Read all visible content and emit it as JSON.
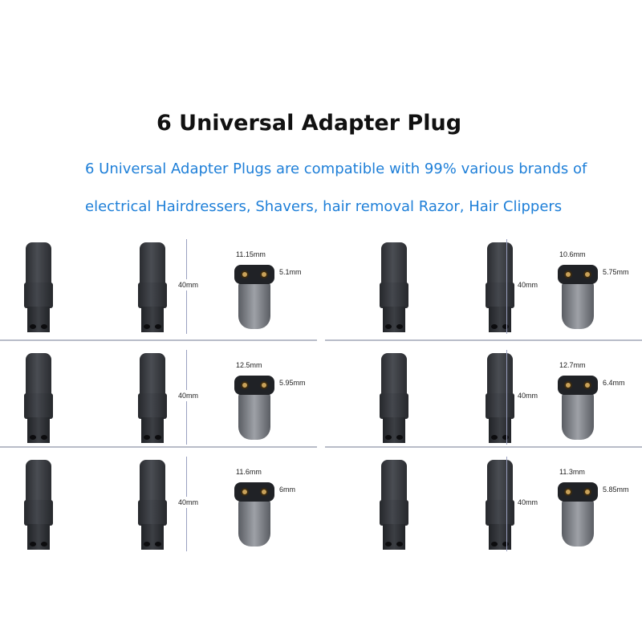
{
  "title": "6 Universal Adapter Plug",
  "subtitle": [
    "6 Universal Adapter Plugs are compatible with 99% various brands of",
    "electrical Hairdressers, Shavers, hair removal Razor, Hair Clippers"
  ],
  "cells": [
    {
      "length": "40mm",
      "width": "11.15mm",
      "height": "5.1mm"
    },
    {
      "length": "40mm",
      "width": "10.6mm",
      "height": "5.75mm"
    },
    {
      "length": "40mm",
      "width": "12.5mm",
      "height": "5.95mm"
    },
    {
      "length": "40mm",
      "width": "12.7mm",
      "height": "6.4mm"
    },
    {
      "length": "40mm",
      "width": "11.6mm",
      "height": "6mm"
    },
    {
      "length": "40mm",
      "width": "11.3mm",
      "height": "5.85mm"
    }
  ]
}
